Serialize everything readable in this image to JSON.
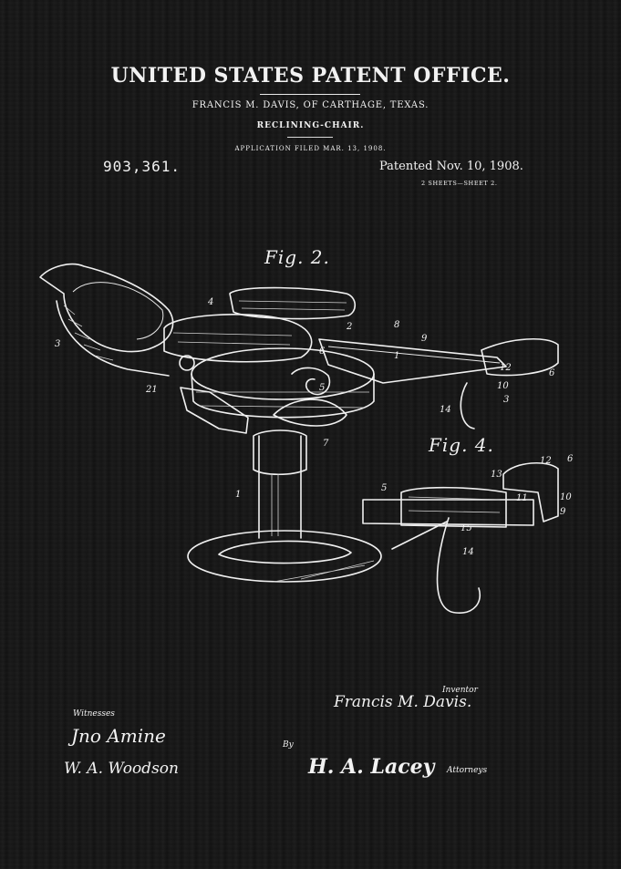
{
  "document": {
    "title": "UNITED STATES PATENT OFFICE.",
    "inventor_line": "FRANCIS M. DAVIS, OF CARTHAGE, TEXAS.",
    "invention": "RECLINING-CHAIR.",
    "application": "APPLICATION FILED MAR. 13, 1908.",
    "patent_number": "903,361.",
    "patented": "Patented Nov. 10, 1908.",
    "sheets": "2 SHEETS—SHEET 2."
  },
  "figures": {
    "fig2_label": "Fig. 2.",
    "fig4_label": "Fig. 4."
  },
  "reference_numerals": {
    "fig2": [
      "3",
      "4",
      "2",
      "1",
      "8",
      "6",
      "9",
      "7",
      "12",
      "6",
      "10",
      "3",
      "14",
      "1",
      "5",
      "21"
    ],
    "fig4": [
      "13",
      "12",
      "6",
      "11",
      "10",
      "9",
      "5",
      "15",
      "14"
    ]
  },
  "signatures": {
    "witnesses_label": "Witnesses",
    "witness_1": "Jno Amine",
    "witness_2": "W. A. Woodson",
    "inventor_label": "Inventor",
    "inventor_name": "Francis M. Davis.",
    "by_label": "By",
    "attorney_signature": "H. A. Lacey",
    "attorneys_label": "Attorneys"
  },
  "colors": {
    "background": "#161616",
    "ink": "#f0f0f0"
  }
}
